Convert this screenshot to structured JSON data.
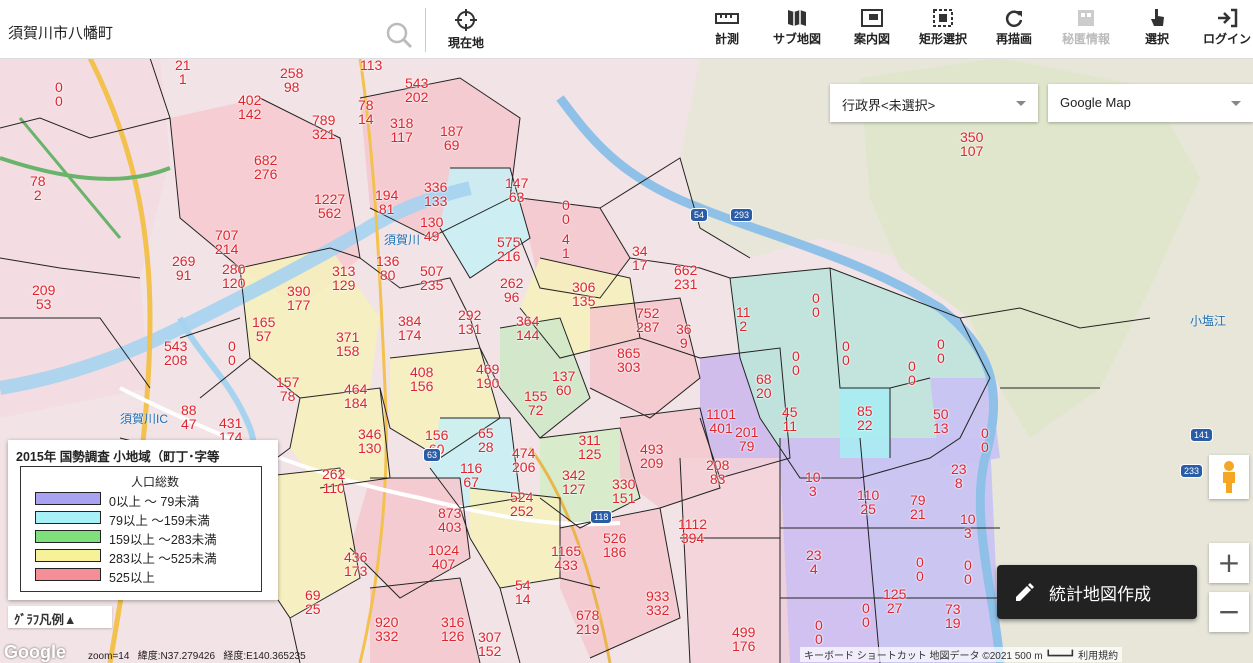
{
  "search": {
    "value": "須賀川市八幡町"
  },
  "toolbar": {
    "current_location": "現在地",
    "tools": [
      {
        "label": "計測",
        "icon": "ruler-icon",
        "enabled": true
      },
      {
        "label": "サブ地図",
        "icon": "map-icon",
        "enabled": true
      },
      {
        "label": "案内図",
        "icon": "guide-map-icon",
        "enabled": true
      },
      {
        "label": "矩形選択",
        "icon": "rect-select-icon",
        "enabled": true
      },
      {
        "label": "再描画",
        "icon": "refresh-icon",
        "enabled": true
      },
      {
        "label": "秘匿情報",
        "icon": "secret-info-icon",
        "enabled": false
      },
      {
        "label": "選択",
        "icon": "pointer-icon",
        "enabled": true
      },
      {
        "label": "ログイン",
        "icon": "login-icon",
        "enabled": true
      }
    ]
  },
  "dropdowns": {
    "admin_boundary": "行政界<未選択>",
    "base_map": "Google Map"
  },
  "legend": {
    "title": "2015年 国勢調査 小地域（町丁･字等",
    "header": "人口総数",
    "rows": [
      {
        "label": "0以上 ～ 79未満",
        "color": "#a9a2f0"
      },
      {
        "label": "79以上 ～159未満",
        "color": "#a8f0f7"
      },
      {
        "label": "159以上 ～283未満",
        "color": "#7ee07a"
      },
      {
        "label": "283以上 ～525未満",
        "color": "#f7f19a"
      },
      {
        "label": "525以上",
        "color": "#f48f98"
      }
    ]
  },
  "graph_legend": "ｸﾞﾗﾌ凡例▲",
  "stat_map_button": "統計地図作成",
  "zoom_controls": {
    "plus": "+",
    "minus": "−"
  },
  "status": {
    "logo": "Google",
    "zoom": "zoom=14",
    "lat": "緯度:N37.279426",
    "lon": "経度:E140.365235",
    "attribution": "キーボード ショートカット   地図データ ©2021   500 m ┗━━━┛   利用規約"
  },
  "places": [
    {
      "name": "須賀川IC"
    },
    {
      "name": "須賀川"
    },
    {
      "name": "小塩江"
    }
  ],
  "route_shields": [
    {
      "num": "54"
    },
    {
      "num": "293"
    },
    {
      "num": "118"
    },
    {
      "num": "141"
    },
    {
      "num": "233"
    },
    {
      "num": "63"
    }
  ],
  "map_labels": [
    {
      "t": "21\n1"
    },
    {
      "t": "0\n0"
    },
    {
      "t": "258\n98"
    },
    {
      "t": "113"
    },
    {
      "t": "543\n202"
    },
    {
      "t": "402\n142"
    },
    {
      "t": "789\n321"
    },
    {
      "t": "78\n14"
    },
    {
      "t": "318\n117"
    },
    {
      "t": "187\n69"
    },
    {
      "t": "682\n276"
    },
    {
      "t": "78\n2"
    },
    {
      "t": "1227\n562"
    },
    {
      "t": "194\n81"
    },
    {
      "t": "336\n133"
    },
    {
      "t": "147\n63"
    },
    {
      "t": "350\n107"
    },
    {
      "t": "707\n214"
    },
    {
      "t": "130\n49"
    },
    {
      "t": "0\n0"
    },
    {
      "t": "575\n216"
    },
    {
      "t": "4\n1"
    },
    {
      "t": "34\n17"
    },
    {
      "t": "269\n91"
    },
    {
      "t": "280\n120"
    },
    {
      "t": "313\n129"
    },
    {
      "t": "136\n80"
    },
    {
      "t": "507\n235"
    },
    {
      "t": "262\n96"
    },
    {
      "t": "306\n135"
    },
    {
      "t": "662\n231"
    },
    {
      "t": "209\n53"
    },
    {
      "t": "390\n177"
    },
    {
      "t": "165\n57"
    },
    {
      "t": "384\n174"
    },
    {
      "t": "292\n131"
    },
    {
      "t": "364\n144"
    },
    {
      "t": "752\n287"
    },
    {
      "t": "36\n9"
    },
    {
      "t": "11\n2"
    },
    {
      "t": "0\n0"
    },
    {
      "t": "543\n208"
    },
    {
      "t": "0\n0"
    },
    {
      "t": "371\n158"
    },
    {
      "t": "865\n303"
    },
    {
      "t": "0\n0"
    },
    {
      "t": "0\n0"
    },
    {
      "t": "0\n0"
    },
    {
      "t": "0\n0"
    },
    {
      "t": "157\n78"
    },
    {
      "t": "408\n156"
    },
    {
      "t": "469\n190"
    },
    {
      "t": "137\n60"
    },
    {
      "t": "68\n20"
    },
    {
      "t": "464\n184"
    },
    {
      "t": "155\n72"
    },
    {
      "t": "88\n47"
    },
    {
      "t": "431\n174"
    },
    {
      "t": "346\n130"
    },
    {
      "t": "1101\n401"
    },
    {
      "t": "45\n11"
    },
    {
      "t": "85\n22"
    },
    {
      "t": "50\n13"
    },
    {
      "t": "156\n60"
    },
    {
      "t": "65\n28"
    },
    {
      "t": "201\n79"
    },
    {
      "t": "0\n0"
    },
    {
      "t": "311\n125"
    },
    {
      "t": "474\n206"
    },
    {
      "t": "493\n209"
    },
    {
      "t": "262\n110"
    },
    {
      "t": "116\n67"
    },
    {
      "t": "342\n127"
    },
    {
      "t": "208\n83"
    },
    {
      "t": "23\n8"
    },
    {
      "t": "330\n151"
    },
    {
      "t": "10\n3"
    },
    {
      "t": "524\n252"
    },
    {
      "t": "110\n25"
    },
    {
      "t": "79\n21"
    },
    {
      "t": "873\n403"
    },
    {
      "t": "1112\n394"
    },
    {
      "t": "10\n3"
    },
    {
      "t": "1024\n407"
    },
    {
      "t": "526\n186"
    },
    {
      "t": "436\n173"
    },
    {
      "t": "1165\n433"
    },
    {
      "t": "23\n4"
    },
    {
      "t": "0\n0"
    },
    {
      "t": "0\n0"
    },
    {
      "t": "54\n14"
    },
    {
      "t": "69\n25"
    },
    {
      "t": "933\n332"
    },
    {
      "t": "125\n27"
    },
    {
      "t": "0\n0"
    },
    {
      "t": "920\n332"
    },
    {
      "t": "316\n126"
    },
    {
      "t": "307\n152"
    },
    {
      "t": "678\n219"
    },
    {
      "t": "73\n19"
    },
    {
      "t": "499\n176"
    },
    {
      "t": "0\n0"
    }
  ]
}
